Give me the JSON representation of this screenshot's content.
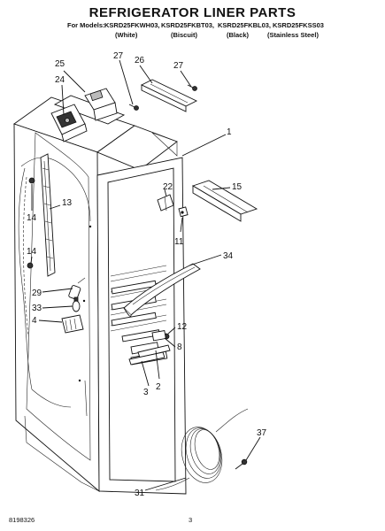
{
  "header": {
    "title": "REFRIGERATOR LINER PARTS",
    "models_prefix": "For Models:",
    "models": [
      "KSRD25FKWH03,",
      "KSRD25FKBT03,",
      "KSRD25FKBL03,",
      "KSRD25FKSS03"
    ],
    "variants": [
      "(White)",
      "(Biscuit)",
      "(Black)",
      "(Stainless Steel)"
    ]
  },
  "callouts": [
    "1",
    "2",
    "3",
    "4",
    "8",
    "11",
    "12",
    "13",
    "14",
    "14",
    "15",
    "22",
    "24",
    "25",
    "26",
    "27",
    "27",
    "29",
    "31",
    "33",
    "34",
    "37"
  ],
  "footer": {
    "doc_number": "8198326",
    "page_number": "3"
  }
}
